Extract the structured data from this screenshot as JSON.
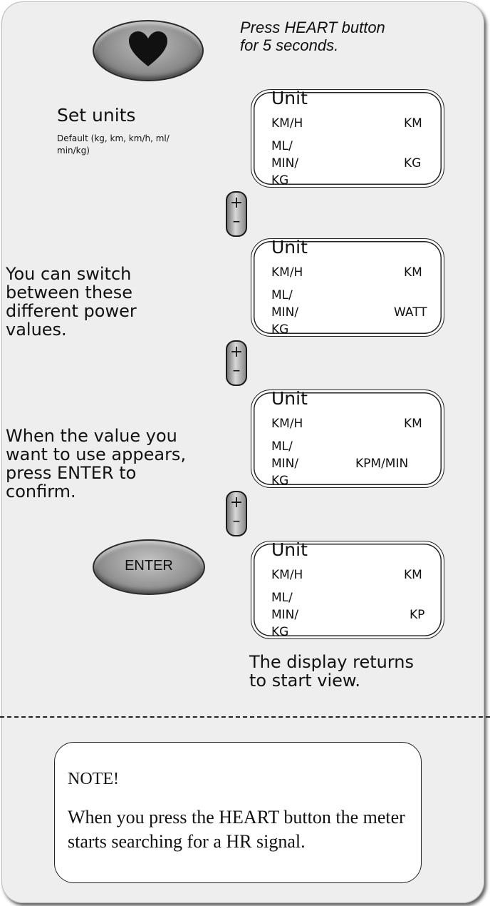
{
  "start": {
    "instruction_line1": "Press HEART button",
    "instruction_line2": "for 5 seconds."
  },
  "set_units": {
    "title": "Set units",
    "default_line1": "Default (kg, km, km/h, ml/",
    "default_line2": "min/kg)"
  },
  "switch_text": [
    "You can switch",
    "between these",
    "different power",
    "values."
  ],
  "confirm_text": [
    "When the value you",
    "want to use appears,",
    "press ENTER to",
    "confirm."
  ],
  "displays": [
    {
      "title": "Unit",
      "speed": "KM/H",
      "distance": "KM",
      "oxy1": "ML/",
      "oxy2": "MIN/",
      "oxy3": "KG",
      "value": "KG"
    },
    {
      "title": "Unit",
      "speed": "KM/H",
      "distance": "KM",
      "oxy1": "ML/",
      "oxy2": "MIN/",
      "oxy3": "KG",
      "value": "WATT"
    },
    {
      "title": "Unit",
      "speed": "KM/H",
      "distance": "KM",
      "oxy1": "ML/",
      "oxy2": "MIN/",
      "oxy3": "KG",
      "value": "KPM/MIN"
    },
    {
      "title": "Unit",
      "speed": "KM/H",
      "distance": "KM",
      "oxy1": "ML/",
      "oxy2": "MIN/",
      "oxy3": "KG",
      "value": "KP"
    }
  ],
  "plus_minus": {
    "plus": "+",
    "minus": "–"
  },
  "enter_label": "ENTER",
  "returns_text": [
    "The display returns",
    "to start view."
  ],
  "note": {
    "heading": "NOTE!",
    "body": "When you press the HEART button the meter starts searching for a HR signal."
  },
  "icons": {
    "heart_button": "heart-icon"
  }
}
